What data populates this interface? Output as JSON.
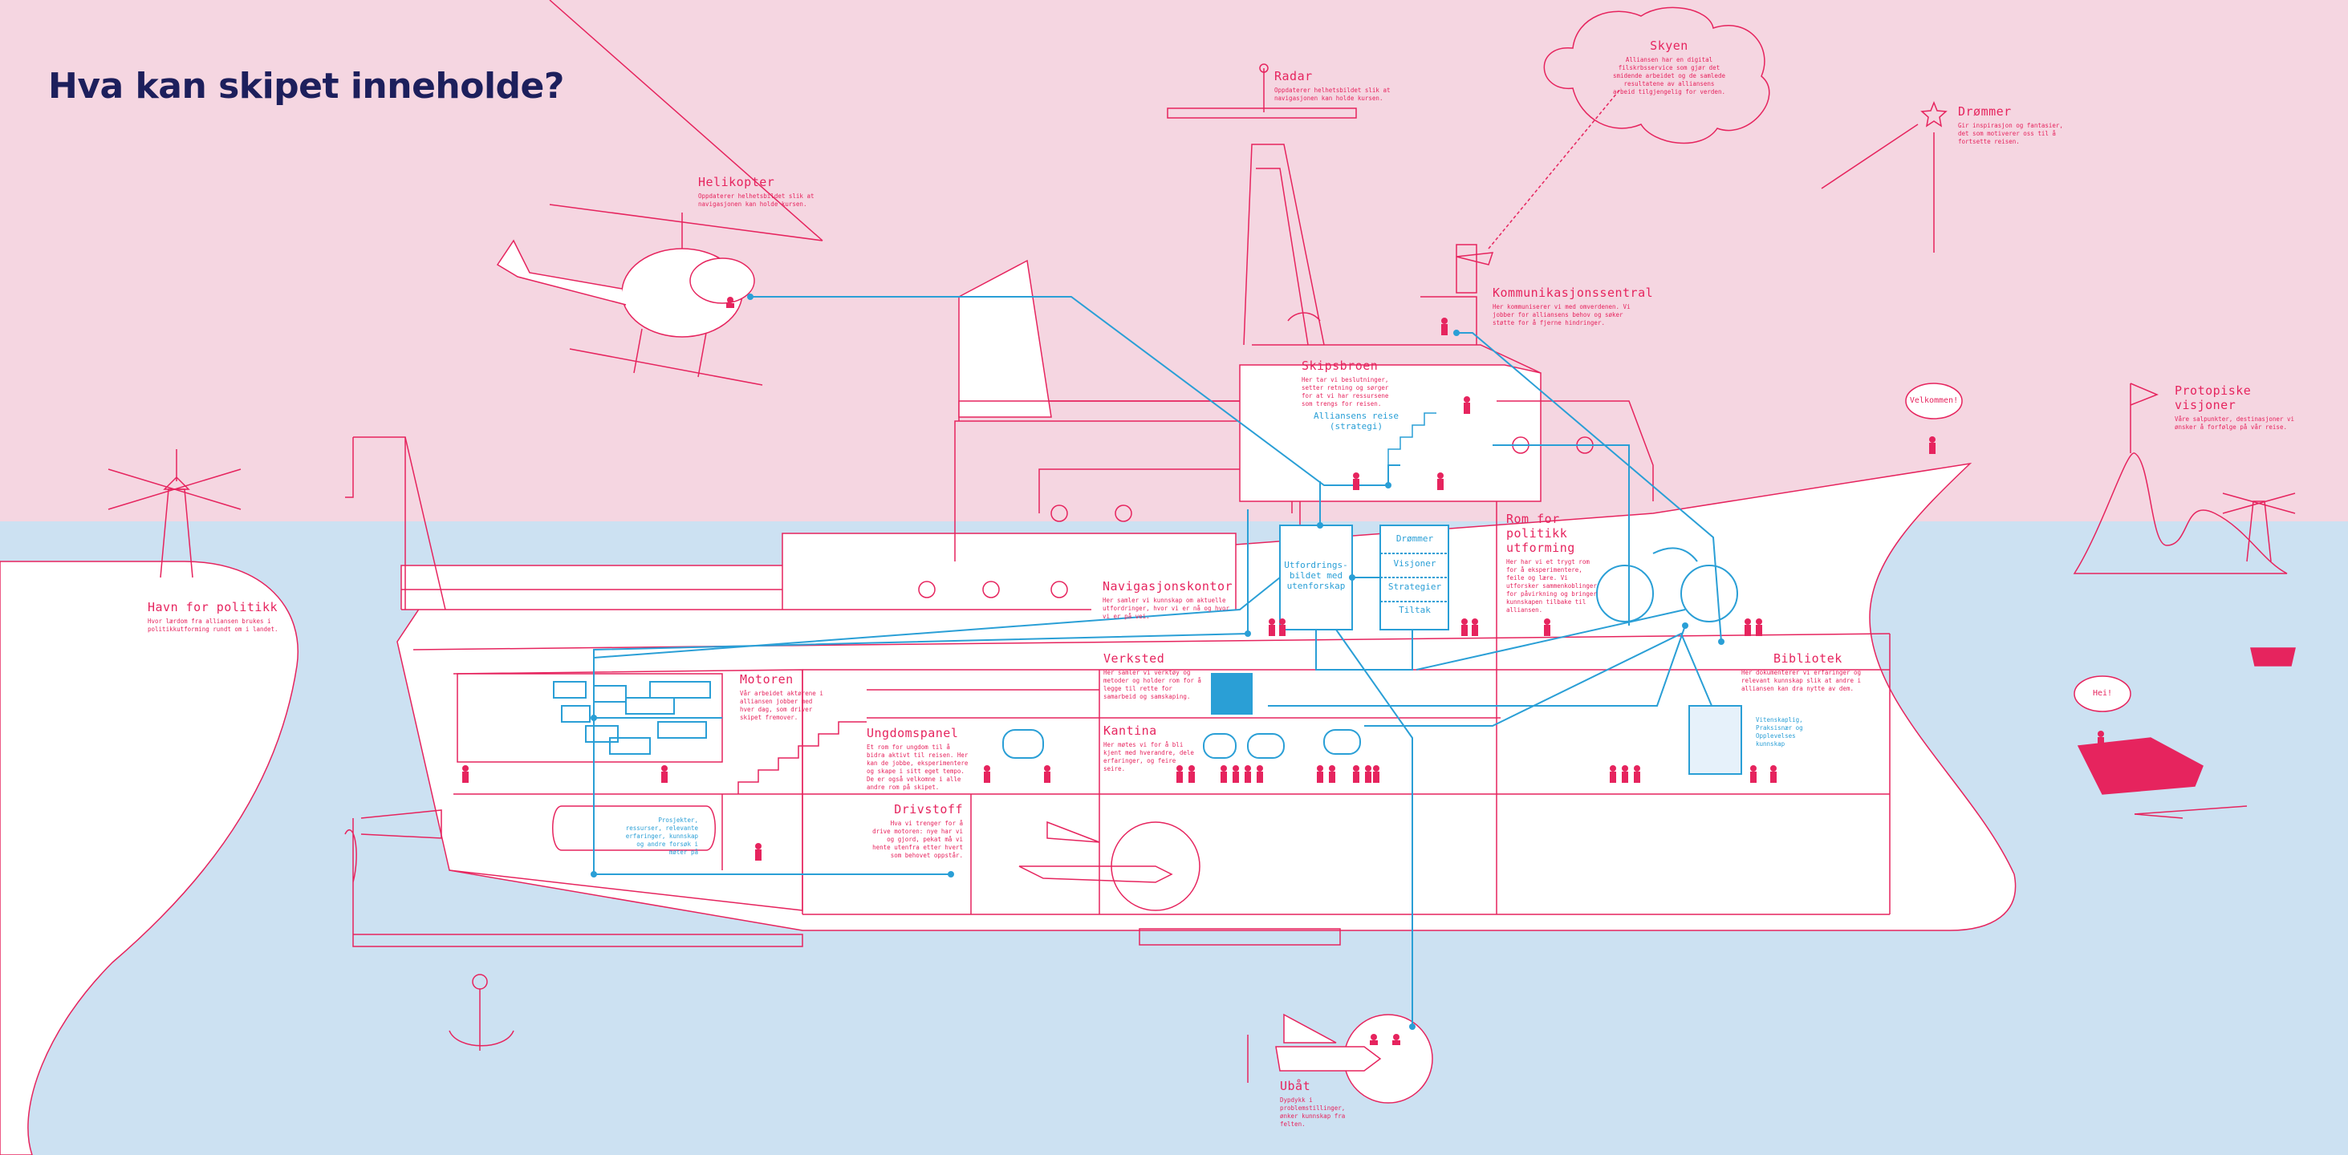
{
  "title": "Hva kan skipet inneholde?",
  "colors": {
    "sky": "#f5d6e1",
    "sea": "#cce1f2",
    "pink": "#e6245e",
    "blue": "#2a9fd6",
    "navy": "#1d1f5c"
  },
  "labels": {
    "helikopter": {
      "title": "Helikopter",
      "text": "Oppdaterer helhetsbildet slik at navigasjonen kan holde kursen."
    },
    "radar": {
      "title": "Radar",
      "text": "Oppdaterer helhetsbildet slik at navigasjonen kan holde kursen."
    },
    "skyen": {
      "title": "Skyen",
      "text": "Alliansen har en digital filskrbsservice som gjør det smidende arbeidet og de samlede resultatene av alliansens arbeid tilgjengelig for verden."
    },
    "drommer": {
      "title": "Drømmer",
      "text": "Gir inspirasjon og fantasier, det som motiverer oss til å fortsette reisen."
    },
    "kommunikasjon": {
      "title": "Kommunikasjonssentral",
      "text": "Her kommuniserer vi med omverdenen. Vi jobber for alliansens behov og søker støtte for å fjerne hindringer."
    },
    "skipsbroen": {
      "title": "Skipsbroen",
      "text": "Her tar vi beslutninger, setter retning og sørger for at vi har ressursene som trengs for reisen."
    },
    "protopiske": {
      "title": "Protopiske visjoner",
      "text": "Våre salpunkter, destinasjoner vi ønsker å forfølge på vår reise."
    },
    "havn": {
      "title": "Havn for politikk",
      "text": "Hvor lærdom fra alliansen brukes i politikkutforming rundt om i landet."
    },
    "rom": {
      "title": "Rom for politikk utforming",
      "text": "Her har vi et trygt rom for å eksperimentere, feile og lære. Vi utforsker sammenkoblinger for påvirkning og bringer kunnskapen tilbake til alliansen."
    },
    "navigasjon": {
      "title": "Navigasjonskontor",
      "text": "Her samler vi kunnskap om aktuelle utfordringer, hvor vi er nå og hvor vi er på vei."
    },
    "verksted": {
      "title": "Verksted",
      "text": "Her samler vi verktøy og metoder og holder rom for å legge til rette for samarbeid og samskaping."
    },
    "motoren": {
      "title": "Motoren",
      "text": "Vår arbeidet aktørene i alliansen jobber med hver dag, som driver skipet fremover."
    },
    "ungdom": {
      "title": "Ungdomspanel",
      "text": "Et rom for ungdom til å bidra aktivt til reisen. Her kan de jobbe, eksperimentere og skape i sitt eget tempo. De er også velkomne i alle andre rom på skipet."
    },
    "kantina": {
      "title": "Kantina",
      "text": "Her møtes vi for å bli kjent med hverandre, dele erfaringer, og feire seire."
    },
    "bibliotek": {
      "title": "Bibliotek",
      "text": "Her dokumenterer vi erfaringer og relevant kunnskap slik at andre i alliansen kan dra nytte av dem."
    },
    "drivstoff": {
      "title": "Drivstoff",
      "text": "Hva vi trenger for å drive motoren: nye har vi og gjord, pekat må vi hente utenfra etter hvert som behovet oppstår."
    },
    "ubat": {
      "title": "Ubåt",
      "text": "Dypdykk i problemstillinger, ønker kunnskap fra felten."
    }
  },
  "ship_texts": {
    "alliansens_reise": "Alliansens reise (strategi)",
    "utfordringsbildet": "Utfordrings-bildet med utenforskap",
    "drommer_box": "Drømmer",
    "visjoner_box": "Visjoner",
    "strategier_box": "Strategier",
    "tiltak_box": "Tiltak",
    "drivstoff_note": "Prosjekter, ressurser, relevante erfaringer, kunnskap og andre forsøk i møter på",
    "bibliotek_note": "Vitenskaplig, Praksisnær og Opplevelses kunnskap",
    "velkommen": "Velkommen!",
    "hei": "Hei!"
  }
}
